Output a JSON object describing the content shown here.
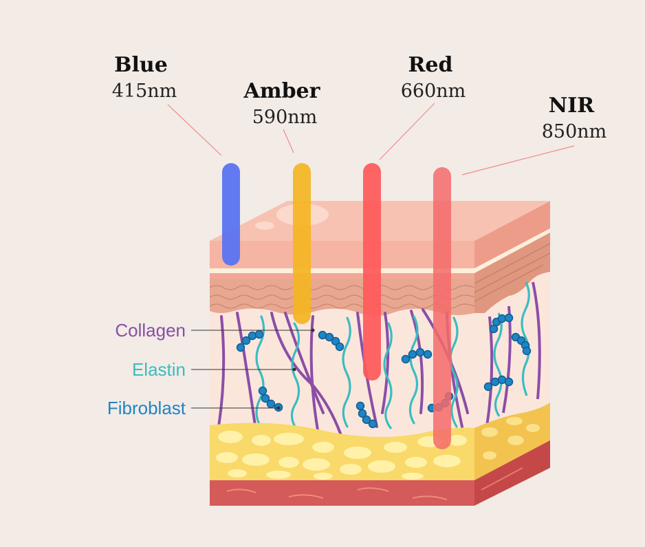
{
  "wavelengths": [
    {
      "name": "Blue",
      "value": "415nm",
      "color": "#5b74f2"
    },
    {
      "name": "Amber",
      "value": "590nm",
      "color": "#f5b623"
    },
    {
      "name": "Red",
      "value": "660nm",
      "color": "#ff5a5a"
    },
    {
      "name": "NIR",
      "value": "850nm",
      "color": "#f56b6b"
    }
  ],
  "labels": {
    "collagen": {
      "text": "Collagen",
      "color": "#8b4ea6"
    },
    "elastin": {
      "text": "Elastin",
      "color": "#3bbcc0"
    },
    "fibroblast": {
      "text": "Fibroblast",
      "color": "#1f85c4"
    }
  },
  "colors": {
    "background": "#f2ebe6",
    "epidermis": "#f6b4a3",
    "dermis": "#fbe6dc",
    "fat": "#f8d96a",
    "muscle": "#d55a5a"
  }
}
